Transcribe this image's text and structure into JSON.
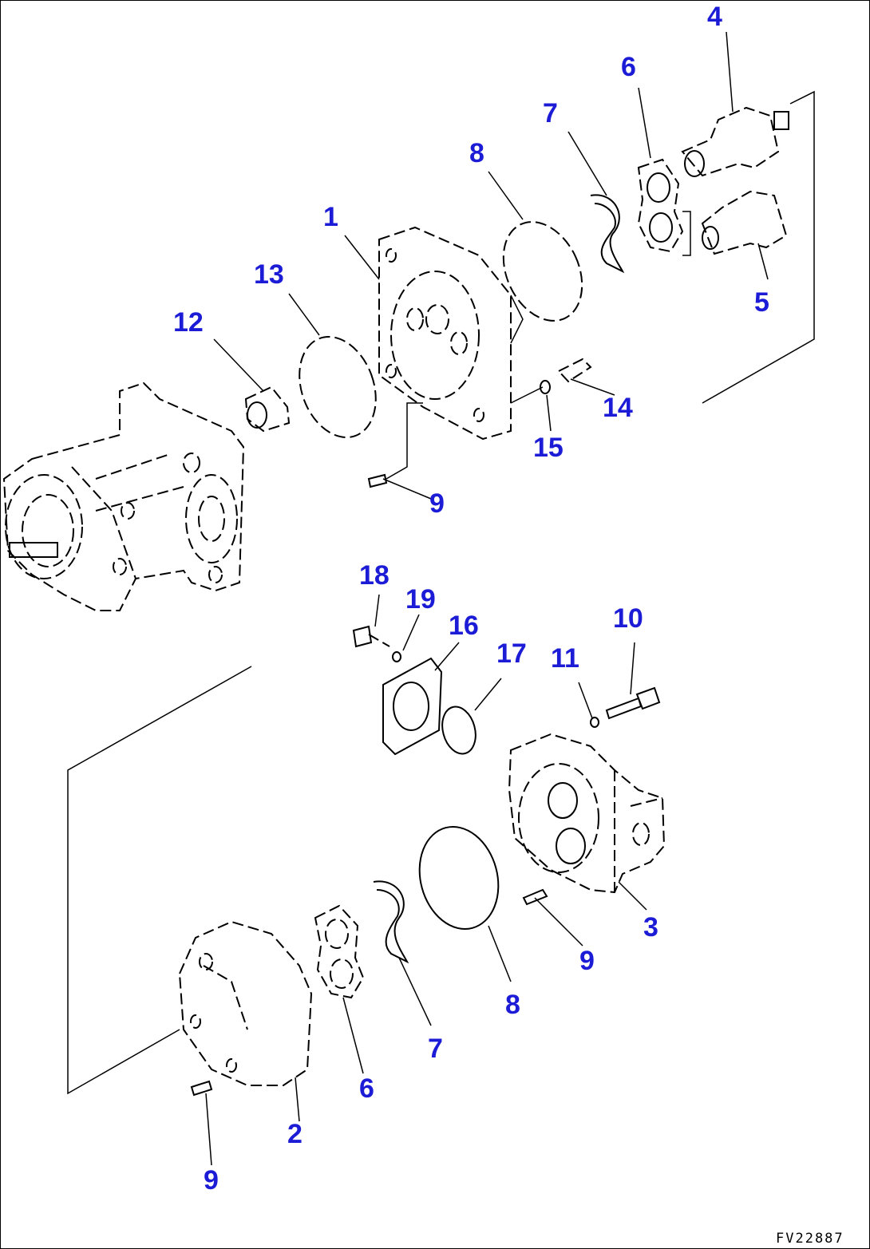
{
  "labels": {
    "p1": "1",
    "p2": "2",
    "p3": "3",
    "p4": "4",
    "p5": "5",
    "p6a": "6",
    "p6b": "6",
    "p7a": "7",
    "p7b": "7",
    "p8a": "8",
    "p8b": "8",
    "p9a": "9",
    "p9b": "9",
    "p9c": "9",
    "p10": "10",
    "p11": "11",
    "p12": "12",
    "p13": "13",
    "p14": "14",
    "p15": "15",
    "p16": "16",
    "p17": "17",
    "p18": "18",
    "p19": "19"
  },
  "drawing_code": "FV22887",
  "colors": {
    "label": "#1c1cd6",
    "line": "#000000",
    "background": "#ffffff"
  }
}
